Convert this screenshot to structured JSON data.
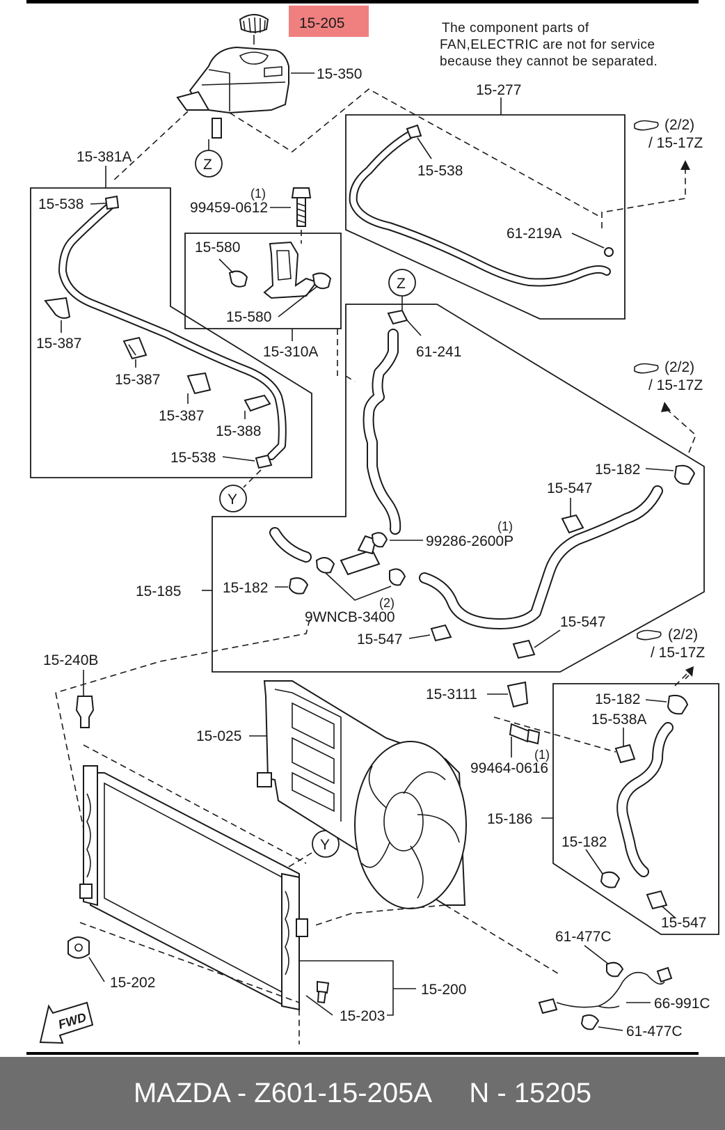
{
  "highlight": {
    "label": "15-205",
    "color": "#f08080"
  },
  "note": {
    "line1": "The component parts of",
    "line2": "FAN,ELECTRIC are not for service",
    "line3": "because they cannot be separated."
  },
  "labels": {
    "l_15_350": "15-350",
    "l_15_277": "15-277",
    "l_15_538_a": "15-538",
    "l_61_219A": "61-219A",
    "l_15_381A": "15-381A",
    "l_15_538_b": "15-538",
    "l_99459_0612": "99459-0612",
    "l_99459_qty": "(1)",
    "l_15_580_a": "15-580",
    "l_15_580_b": "15-580",
    "l_15_310A": "15-310A",
    "l_15_387_a": "15-387",
    "l_15_387_b": "15-387",
    "l_15_387_c": "15-387",
    "l_15_388": "15-388",
    "l_15_538_c": "15-538",
    "l_61_241": "61-241",
    "l_15_182_a": "15-182",
    "l_15_547_a": "15-547",
    "l_99286_2600P": "99286-2600P",
    "l_99286_qty": "(1)",
    "l_15_185": "15-185",
    "l_15_182_b": "15-182",
    "l_9WNCB_qty": "(2)",
    "l_9WNCB_3400": "9WNCB-3400",
    "l_15_547_b": "15-547",
    "l_15_547_c": "15-547",
    "l_15_240B": "15-240B",
    "l_15_025": "15-025",
    "l_15_3111": "15-3111",
    "l_99464_qty": "(1)",
    "l_99464_0616": "99464-0616",
    "l_15_182_c": "15-182",
    "l_15_538A": "15-538A",
    "l_15_186": "15-186",
    "l_15_182_d": "15-182",
    "l_15_547_d": "15-547",
    "l_61_477C_a": "61-477C",
    "l_66_991C": "66-991C",
    "l_61_477C_b": "61-477C",
    "l_15_202": "15-202",
    "l_15_200": "15-200",
    "l_15_203": "15-203",
    "z_top": "Z",
    "z_mid": "Z",
    "y_left": "Y",
    "y_bottom": "Y",
    "fwd": "FWD"
  },
  "refs": [
    {
      "page": "(2/2)",
      "ref": "/ 15-17Z"
    },
    {
      "page": "(2/2)",
      "ref": "/ 15-17Z"
    },
    {
      "page": "(2/2)",
      "ref": "/ 15-17Z"
    }
  ],
  "footer": {
    "text": "MAZDA - Z601-15-205A     N - 15205"
  }
}
